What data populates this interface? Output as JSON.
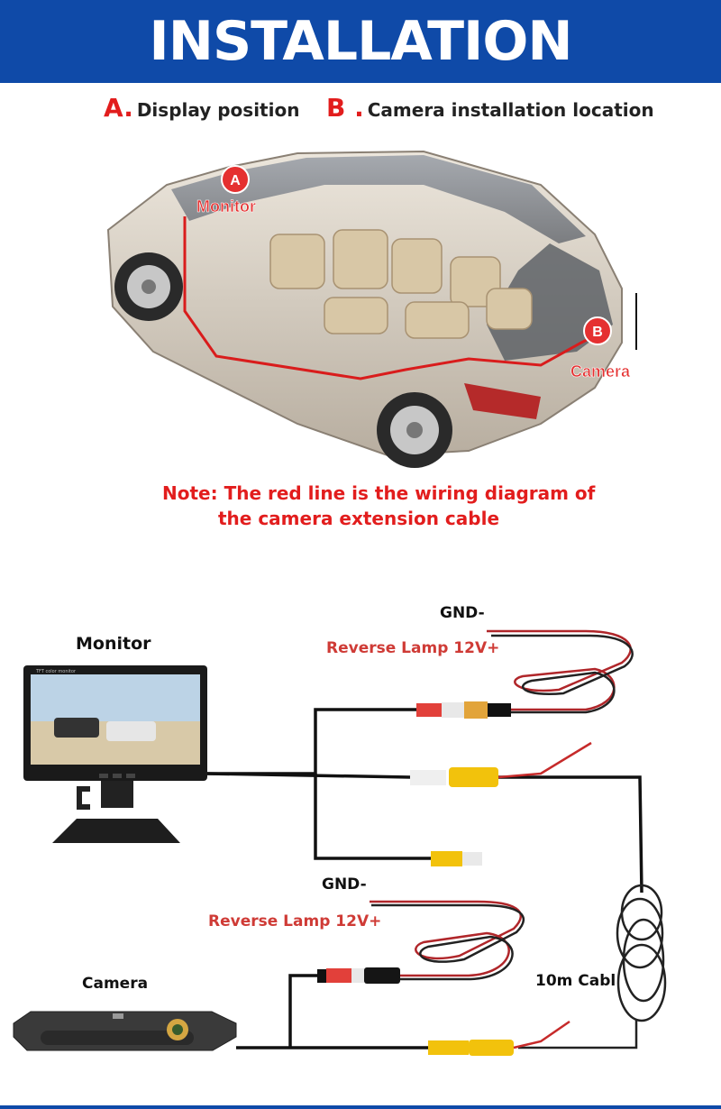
{
  "header": {
    "title": "INSTALLATION DIAGRAM"
  },
  "legend": {
    "a_letter": "A.",
    "a_text": "Display position",
    "b_letter": "B .",
    "b_text": "Camera installation location"
  },
  "car_markers": {
    "a_badge": "A",
    "a_label": "Monitor",
    "b_badge": "B",
    "b_label": "Camera"
  },
  "note": {
    "line1": "Note: The red line is the wiring diagram of",
    "line2": "the camera extension cable"
  },
  "wiring": {
    "monitor_label": "Monitor",
    "monitor_screen_text": "TFT color monitor",
    "gnd_top": "GND-",
    "reverse_top": "Reverse Lamp 12V+",
    "gnd_bottom": "GND-",
    "reverse_bottom": "Reverse Lamp 12V+",
    "camera_label": "Camera",
    "cable_label": "10m Cabl"
  },
  "colors": {
    "banner": "#0f4aa8",
    "accent_red": "#e21d1d",
    "wire_red": "#b0262a",
    "rca_yellow": "#f2c20c",
    "rca_red": "#e2403a"
  }
}
